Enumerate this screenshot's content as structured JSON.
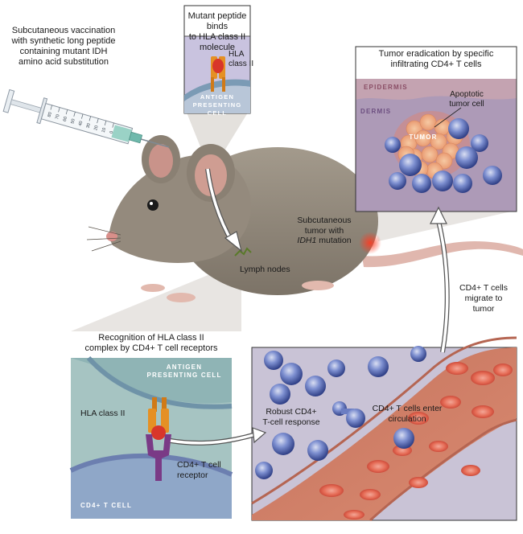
{
  "vaccination": {
    "line1": "Subcutaneous vaccination",
    "line2": "with synthetic long peptide",
    "line3": "containing mutant IDH",
    "line4": "amino acid substitution"
  },
  "peptide_box": {
    "title1": "Mutant peptide binds",
    "title2": "to HLA class II molecule",
    "hla1": "HLA",
    "hla2": "class II",
    "apc1": "ANTIGEN",
    "apc2": "PRESENTING CELL"
  },
  "tumor_box": {
    "title1": "Tumor eradication by specific",
    "title2": "infiltrating CD4+ T cells",
    "epidermis": "EPIDERMIS",
    "dermis": "DERMIS",
    "apoptotic1": "Apoptotic",
    "apoptotic2": "tumor cell",
    "tumor": "TUMOR"
  },
  "mouse": {
    "tumor1": "Subcutaneous",
    "tumor2": "tumor with",
    "tumor3_gene": "IDH1",
    "tumor3_rest": " mutation",
    "lymph": "Lymph nodes"
  },
  "recognition_box": {
    "title1": "Recognition of HLA class II",
    "title2": "complex by CD4+ T cell receptors",
    "apc1": "ANTIGEN",
    "apc2": "PRESENTING CELL",
    "hla": "HLA class II",
    "tcr1": "CD4+ T cell",
    "tcr2": "receptor",
    "tcell": "CD4+ T CELL"
  },
  "circulation_box": {
    "robust1": "Robust CD4+",
    "robust2": "T-cell response",
    "enter1": "CD4+ T cells enter",
    "enter2": "circulation"
  },
  "migrate": {
    "line1": "CD4+ T cells",
    "line2": "migrate to",
    "line3": "tumor"
  },
  "syringe_scale": [
    "0",
    "10",
    "20",
    "30",
    "40",
    "50",
    "60",
    "70",
    "80"
  ],
  "colors": {
    "mouse_fur": "#8f8578",
    "apc_bg": "#c7c2df",
    "tissue_bg": "#b9a9c8",
    "tcell_blue": "#4f63b0",
    "rbc_red": "#d5503f",
    "hla_orange": "#e59024",
    "tcr_purple": "#7a3a86"
  }
}
